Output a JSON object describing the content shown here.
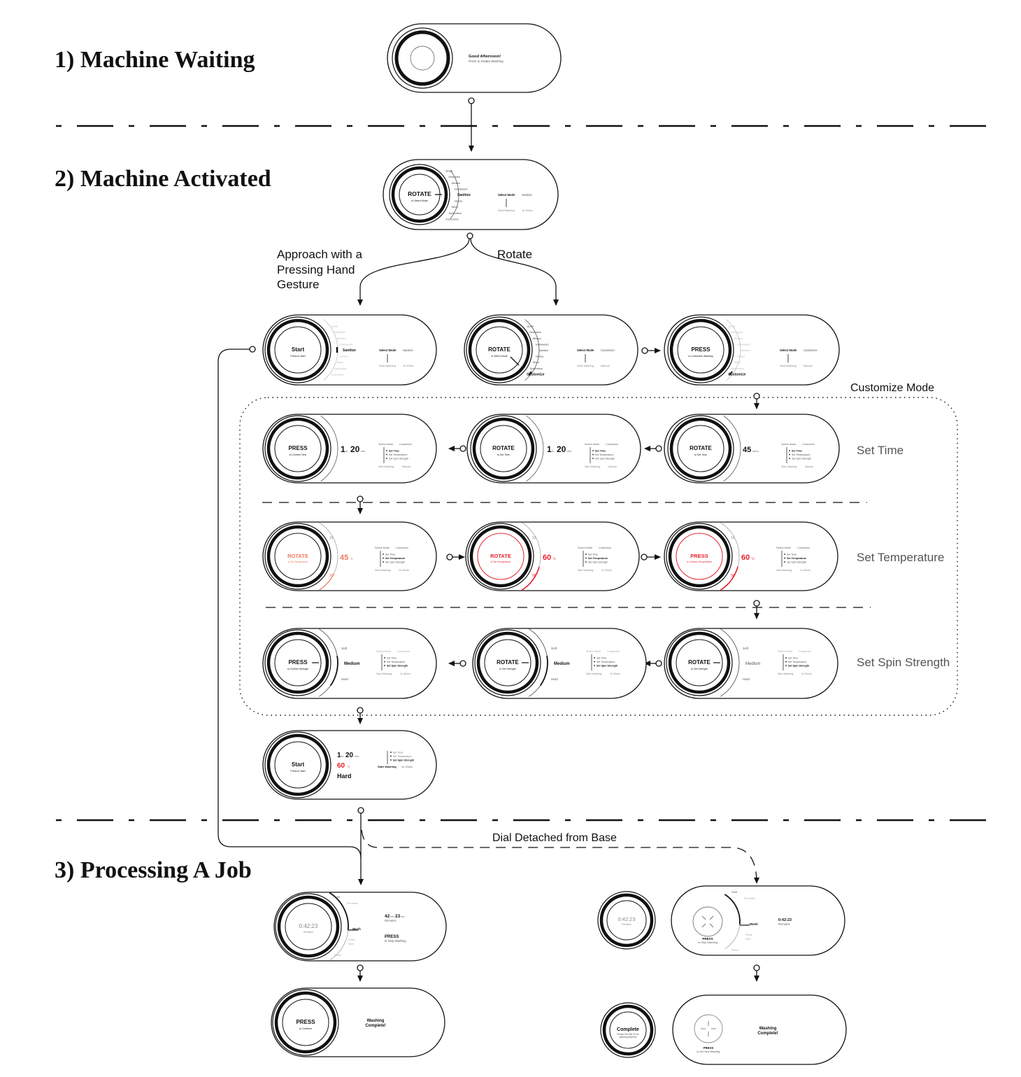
{
  "sections": {
    "s1": "1) Machine Waiting",
    "s2": "2) Machine Activated",
    "s3": "3) Processing A Job"
  },
  "labels": {
    "approach": [
      "Approach with a",
      "Pressing Hand",
      "Gesture"
    ],
    "rotate": "Rotate",
    "customize_mode": "Customize Mode",
    "set_time": "Set Time",
    "set_temperature": "Set Temperature",
    "set_spin": "Set Spin Strength",
    "dial_detached": "Dial Detached from Base"
  },
  "colors": {
    "ink": "#111111",
    "red": "#e5222d",
    "orange": "#ef7a5c",
    "grey": "#9a9a9a"
  },
  "panels": {
    "waiting": {
      "greet": "Good Afternoon!",
      "sub": "Press to Initiate Washing"
    },
    "activated": {
      "dial": "ROTATE",
      "dial_sub": "to Select Mode",
      "modes": [
        "Quick",
        "Delicates",
        "Whites",
        "Handwash",
        "Sanitize",
        "Heavy",
        "Wool",
        "Synthetics",
        "Customize"
      ],
      "sel": "Select Mode",
      "mode": "Sanitize",
      "start": "Start Washing",
      "time": "1h 30min"
    },
    "start_sanitize": {
      "dial": "Start",
      "dial_sub": "Press to Start",
      "modes": [
        "Quick",
        "Delicates",
        "Whites",
        "Handwash",
        "Sanitize",
        "Heavy",
        "Wool",
        "Synthetics",
        "Customize"
      ],
      "sel": "Select Mode",
      "mode": "Sanitize",
      "start": "Start Washing",
      "time": "1h 30min"
    },
    "rotate_customize": {
      "dial": "ROTATE",
      "dial_sub": "to Select Mode",
      "modes": [
        "Quick",
        "Delicates",
        "Whites",
        "Handwash",
        "Sanitize",
        "Heavy",
        "Wool",
        "Synthetics",
        "Customize"
      ],
      "sel": "Select Mode",
      "mode": "Customize",
      "start": "Start Washing",
      "time": "Manual"
    },
    "press_customize": {
      "dial": "PRESS",
      "dial_sub": "to Customize Washing",
      "modes": [
        "Quick",
        "Delicates",
        "Whites",
        "Handwash",
        "Sanitize",
        "Heavy",
        "Wool",
        "Synthetics",
        "Customize"
      ],
      "sel": "Select Mode",
      "mode": "Customize",
      "start": "Start Washing",
      "time": "Manual"
    },
    "steps": [
      "Set Time",
      "Set Temperature",
      "Set Spin Strength"
    ],
    "time_a": {
      "dial": "ROTATE",
      "dial_sub": "to Set Time",
      "value": "45",
      "unit": "mins"
    },
    "time_b": {
      "dial": "ROTATE",
      "dial_sub": "to Set Time",
      "h": "1",
      "hu": "hr",
      "m": "20",
      "mu": "min"
    },
    "time_c": {
      "dial": "PRESS",
      "dial_sub": "to Confirm Time",
      "h": "1",
      "hu": "hr",
      "m": "20",
      "mu": "min"
    },
    "temp_a": {
      "dial": "ROTATE",
      "dial_sub": "to Set Temperature",
      "value": "45",
      "unit": "°C",
      "top": "10",
      "bot": "90"
    },
    "temp_b": {
      "dial": "ROTATE",
      "dial_sub": "to Set Temperature",
      "value": "60",
      "unit": "°C",
      "top": "10",
      "bot": "90"
    },
    "temp_c": {
      "dial": "PRESS",
      "dial_sub": "to Confirm Temperature",
      "value": "60",
      "unit": "°C",
      "top": "10",
      "bot": "90"
    },
    "spin_a": {
      "dial": "ROTATE",
      "dial_sub": "to Set Strength",
      "value": "Medium",
      "top": "Soft",
      "bot": "Hard"
    },
    "spin_b": {
      "dial": "ROTATE",
      "dial_sub": "to Set Strength",
      "value": "Medium",
      "top": "Soft",
      "bot": "Hard"
    },
    "spin_c": {
      "dial": "PRESS",
      "dial_sub": "to Confirm Strength",
      "value": "Medium",
      "top": "Soft",
      "bot": "Hard"
    },
    "summary": {
      "dial": "Start",
      "dial_sub": "Press to Start",
      "h": "1",
      "hu": "hr",
      "m": "20",
      "mu": "min",
      "temp": "60",
      "tu": "°C",
      "spin": "Hard",
      "start": "Start Washing",
      "time": "1h 20min"
    },
    "job": {
      "timer": "0:42:23",
      "timer_sub": "Remains",
      "stages": [
        "Start",
        "Pre-wash",
        "Wash",
        "Rinse",
        "Spin",
        "Finish"
      ],
      "min": "42",
      "min_u": "min",
      "sec": "23",
      "sec_u": "sec",
      "remains": "Remains",
      "press": "PRESS",
      "press_sub": "to Stop Washing"
    },
    "job_detached": {
      "timer": "0:42:23",
      "timer_sub": "Remains",
      "stages": [
        "Start",
        "Pre-wash",
        "Wash",
        "Rinse",
        "Spin",
        "Finish"
      ],
      "time": "0:42:23",
      "remains": "Remains",
      "press": "PRESS",
      "press_sub": "to Stop Washing"
    },
    "complete": {
      "dial": "PRESS",
      "dial_sub": "to Continue",
      "msg1": "Washing",
      "msg2": "Complete!"
    },
    "complete_detached": {
      "dial": "Complete",
      "dial_sub1": "Please Set Dial To the",
      "dial_sub2": "Washing Machine",
      "msg1": "Washing",
      "msg2": "Complete!",
      "press": "PRESS",
      "press_sub": "to Get Next Washing"
    }
  }
}
